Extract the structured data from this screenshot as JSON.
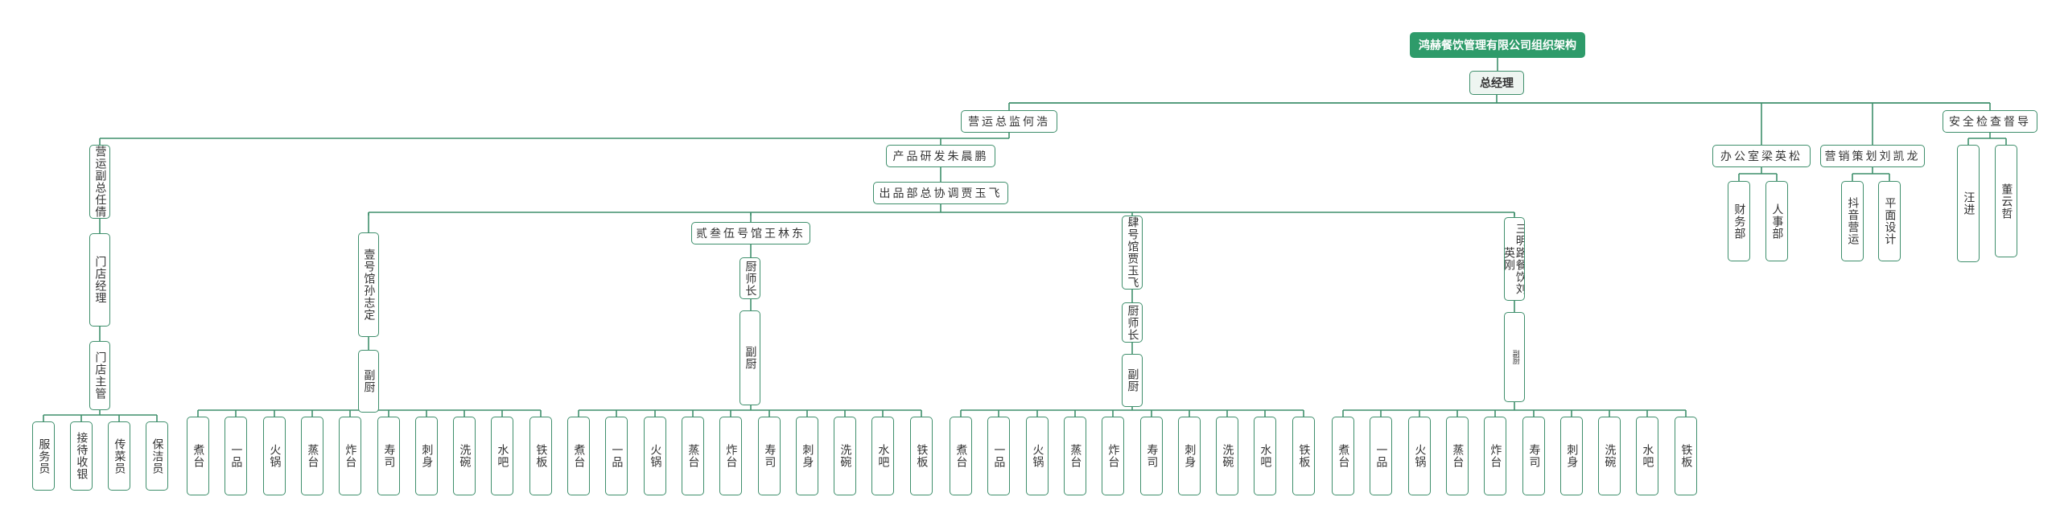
{
  "org_chart": {
    "root": "鸿赫餐饮管理有限公司组织架构",
    "general_manager": "总经理",
    "operations_director": "营运总监何浩",
    "operations_deputy": "营运副总任倩",
    "store_manager": "门店经理",
    "store_supervisor": "门店主管",
    "store_staff": [
      "服务员",
      "接待收银",
      "传菜员",
      "保洁员"
    ],
    "rnd_head": "产品研发朱晨鹏",
    "kitchen_coordinator": "出品部总协调贾玉飞",
    "branches": [
      {
        "name": "壹号馆孙志定",
        "chef": null,
        "sous": "副厨"
      },
      {
        "name": "贰叁伍号馆王林东",
        "chef": "厨师长",
        "sous": "副厨"
      },
      {
        "name": "肆号馆贾玉飞",
        "chef": "厨师长",
        "sous": "副厨"
      },
      {
        "name": "三明路餐饮刘英刚",
        "chef": null,
        "sous": "副厨"
      }
    ],
    "stations": [
      "煮台",
      "一品",
      "火锅",
      "蒸台",
      "炸台",
      "寿司",
      "刺身",
      "洗碗",
      "水吧",
      "铁板"
    ],
    "office_head": "办公室梁英松",
    "office_depts": [
      "财务部",
      "人事部"
    ],
    "marketing_head": "营销策划刘凯龙",
    "marketing_depts": [
      "抖音营运",
      "平面设计"
    ],
    "safety_head": "安全检查督导",
    "safety_staff": [
      "汪进",
      "董云哲"
    ]
  },
  "colors": {
    "line": "#3f8f6c",
    "border": "#3f8f6c",
    "root_fill": "#2e9b6a",
    "root_text": "#ffffff",
    "text": "#333333"
  }
}
